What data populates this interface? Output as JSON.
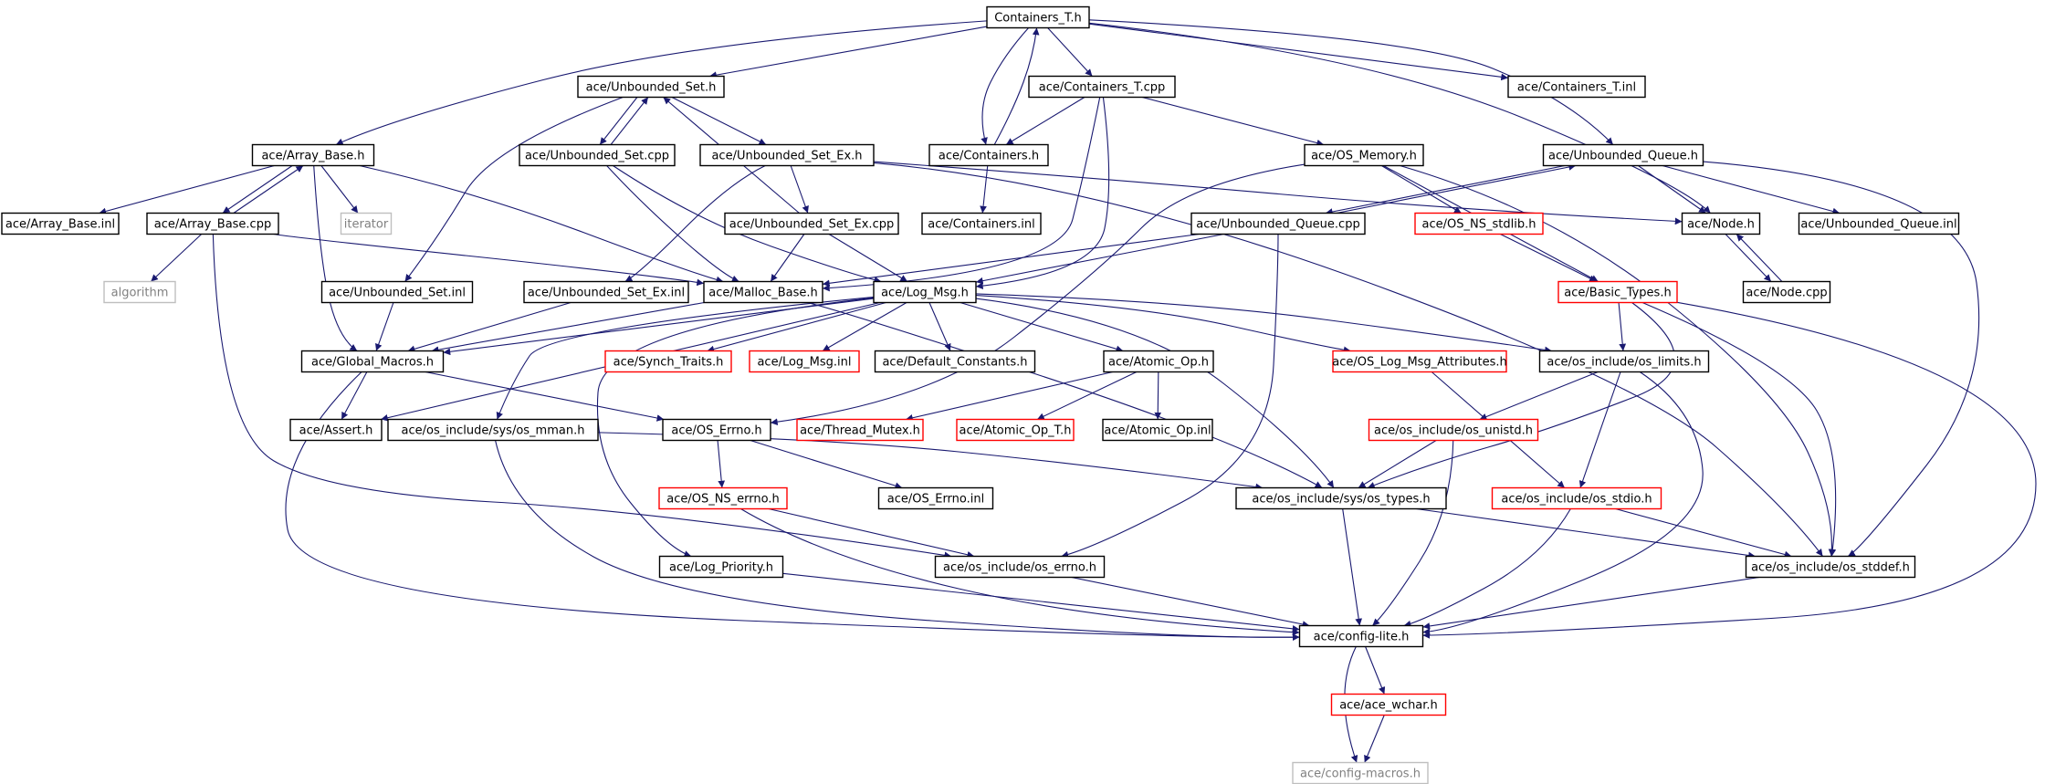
{
  "diagram": {
    "title": "",
    "colors": {
      "edge": "#191970",
      "normal_border": "#000000",
      "root_fill": "#bfbfbf",
      "truncated_border": "#ff0000",
      "external_border": "#bfbfbf",
      "external_text": "#808080"
    },
    "nodes": [
      {
        "id": "root",
        "label": "Containers_T.h",
        "kind": "root"
      },
      {
        "id": "unbset_h",
        "label": "ace/Unbounded_Set.h",
        "kind": "normal"
      },
      {
        "id": "cont_t_cpp",
        "label": "ace/Containers_T.cpp",
        "kind": "normal"
      },
      {
        "id": "cont_t_inl",
        "label": "ace/Containers_T.inl",
        "kind": "normal"
      },
      {
        "id": "arrbase_h",
        "label": "ace/Array_Base.h",
        "kind": "normal"
      },
      {
        "id": "unbset_cpp",
        "label": "ace/Unbounded_Set.cpp",
        "kind": "normal"
      },
      {
        "id": "unbsetex_h",
        "label": "ace/Unbounded_Set_Ex.h",
        "kind": "normal"
      },
      {
        "id": "containers_h",
        "label": "ace/Containers.h",
        "kind": "normal"
      },
      {
        "id": "osmem_h",
        "label": "ace/OS_Memory.h",
        "kind": "normal"
      },
      {
        "id": "unbq_h",
        "label": "ace/Unbounded_Queue.h",
        "kind": "normal"
      },
      {
        "id": "arrbase_inl",
        "label": "ace/Array_Base.inl",
        "kind": "normal"
      },
      {
        "id": "arrbase_cpp",
        "label": "ace/Array_Base.cpp",
        "kind": "normal"
      },
      {
        "id": "iterator",
        "label": "iterator",
        "kind": "external"
      },
      {
        "id": "unbsetex_cpp",
        "label": "ace/Unbounded_Set_Ex.cpp",
        "kind": "normal"
      },
      {
        "id": "containers_inl",
        "label": "ace/Containers.inl",
        "kind": "normal"
      },
      {
        "id": "unbq_cpp",
        "label": "ace/Unbounded_Queue.cpp",
        "kind": "normal"
      },
      {
        "id": "osns_stdlib",
        "label": "ace/OS_NS_stdlib.h",
        "kind": "truncated"
      },
      {
        "id": "node_h",
        "label": "ace/Node.h",
        "kind": "normal"
      },
      {
        "id": "unbq_inl",
        "label": "ace/Unbounded_Queue.inl",
        "kind": "normal"
      },
      {
        "id": "algorithm",
        "label": "algorithm",
        "kind": "external"
      },
      {
        "id": "unbset_inl",
        "label": "ace/Unbounded_Set.inl",
        "kind": "normal"
      },
      {
        "id": "unbsetex_inl",
        "label": "ace/Unbounded_Set_Ex.inl",
        "kind": "normal"
      },
      {
        "id": "malloc_h",
        "label": "ace/Malloc_Base.h",
        "kind": "normal"
      },
      {
        "id": "logmsg_h",
        "label": "ace/Log_Msg.h",
        "kind": "normal"
      },
      {
        "id": "basic_types",
        "label": "ace/Basic_Types.h",
        "kind": "truncated"
      },
      {
        "id": "node_cpp",
        "label": "ace/Node.cpp",
        "kind": "normal"
      },
      {
        "id": "global_macros",
        "label": "ace/Global_Macros.h",
        "kind": "normal"
      },
      {
        "id": "synch_traits",
        "label": "ace/Synch_Traits.h",
        "kind": "truncated"
      },
      {
        "id": "logmsg_inl",
        "label": "ace/Log_Msg.inl",
        "kind": "truncated"
      },
      {
        "id": "default_const",
        "label": "ace/Default_Constants.h",
        "kind": "normal"
      },
      {
        "id": "atomic_h",
        "label": "ace/Atomic_Op.h",
        "kind": "normal"
      },
      {
        "id": "os_log_attr",
        "label": "ace/OS_Log_Msg_Attributes.h",
        "kind": "truncated"
      },
      {
        "id": "os_limits",
        "label": "ace/os_include/os_limits.h",
        "kind": "normal"
      },
      {
        "id": "assert_h",
        "label": "ace/Assert.h",
        "kind": "normal"
      },
      {
        "id": "os_mman",
        "label": "ace/os_include/sys/os_mman.h",
        "kind": "normal"
      },
      {
        "id": "os_errno_h",
        "label": "ace/OS_Errno.h",
        "kind": "normal"
      },
      {
        "id": "thread_mutex",
        "label": "ace/Thread_Mutex.h",
        "kind": "truncated"
      },
      {
        "id": "atomic_t",
        "label": "ace/Atomic_Op_T.h",
        "kind": "truncated"
      },
      {
        "id": "atomic_inl",
        "label": "ace/Atomic_Op.inl",
        "kind": "normal"
      },
      {
        "id": "os_unistd",
        "label": "ace/os_include/os_unistd.h",
        "kind": "truncated"
      },
      {
        "id": "osns_errno",
        "label": "ace/OS_NS_errno.h",
        "kind": "truncated"
      },
      {
        "id": "os_errno_inl",
        "label": "ace/OS_Errno.inl",
        "kind": "normal"
      },
      {
        "id": "os_types",
        "label": "ace/os_include/sys/os_types.h",
        "kind": "normal"
      },
      {
        "id": "os_stdio",
        "label": "ace/os_include/os_stdio.h",
        "kind": "truncated"
      },
      {
        "id": "log_priority",
        "label": "ace/Log_Priority.h",
        "kind": "normal"
      },
      {
        "id": "osinc_errno",
        "label": "ace/os_include/os_errno.h",
        "kind": "normal"
      },
      {
        "id": "os_stddef",
        "label": "ace/os_include/os_stddef.h",
        "kind": "normal"
      },
      {
        "id": "config_lite",
        "label": "ace/config-lite.h",
        "kind": "normal"
      },
      {
        "id": "ace_wchar",
        "label": "ace/ace_wchar.h",
        "kind": "truncated"
      },
      {
        "id": "config_macros",
        "label": "ace/config-macros.h",
        "kind": "external"
      }
    ],
    "edges": [
      [
        "root",
        "unbset_h"
      ],
      [
        "root",
        "cont_t_cpp"
      ],
      [
        "root",
        "cont_t_inl"
      ],
      [
        "root",
        "arrbase_h"
      ],
      [
        "root",
        "containers_h"
      ],
      [
        "root",
        "unbq_h"
      ],
      [
        "root",
        "node_h"
      ],
      [
        "unbset_h",
        "unbset_cpp"
      ],
      [
        "unbset_h",
        "unbsetex_h"
      ],
      [
        "unbset_h",
        "unbset_inl"
      ],
      [
        "unbset_cpp",
        "unbset_h"
      ],
      [
        "unbset_cpp",
        "malloc_h"
      ],
      [
        "unbset_cpp",
        "logmsg_h"
      ],
      [
        "cont_t_cpp",
        "containers_h"
      ],
      [
        "cont_t_cpp",
        "osmem_h"
      ],
      [
        "cont_t_cpp",
        "malloc_h"
      ],
      [
        "cont_t_cpp",
        "logmsg_h"
      ],
      [
        "containers_h",
        "root"
      ],
      [
        "containers_h",
        "containers_inl"
      ],
      [
        "arrbase_h",
        "arrbase_inl"
      ],
      [
        "arrbase_h",
        "arrbase_cpp"
      ],
      [
        "arrbase_h",
        "iterator"
      ],
      [
        "arrbase_h",
        "global_macros"
      ],
      [
        "arrbase_h",
        "malloc_h"
      ],
      [
        "arrbase_cpp",
        "arrbase_h"
      ],
      [
        "arrbase_cpp",
        "algorithm"
      ],
      [
        "arrbase_cpp",
        "malloc_h"
      ],
      [
        "arrbase_cpp",
        "osinc_errno"
      ],
      [
        "unbsetex_h",
        "unbsetex_cpp"
      ],
      [
        "unbsetex_h",
        "unbsetex_inl"
      ],
      [
        "unbsetex_h",
        "node_h"
      ],
      [
        "unbsetex_h",
        "os_stddef"
      ],
      [
        "unbsetex_cpp",
        "unbset_h"
      ],
      [
        "unbsetex_cpp",
        "malloc_h"
      ],
      [
        "unbsetex_cpp",
        "logmsg_h"
      ],
      [
        "osmem_h",
        "osns_stdlib"
      ],
      [
        "osmem_h",
        "basic_types"
      ],
      [
        "osmem_h",
        "os_errno_h"
      ],
      [
        "osmem_h",
        "os_stddef"
      ],
      [
        "unbq_h",
        "unbq_cpp"
      ],
      [
        "unbq_h",
        "node_h"
      ],
      [
        "unbq_h",
        "unbq_inl"
      ],
      [
        "unbq_h",
        "os_stddef"
      ],
      [
        "unbq_cpp",
        "unbq_h"
      ],
      [
        "unbq_cpp",
        "malloc_h"
      ],
      [
        "unbq_cpp",
        "logmsg_h"
      ],
      [
        "unbq_cpp",
        "osinc_errno"
      ],
      [
        "osns_stdlib",
        "basic_types"
      ],
      [
        "node_h",
        "node_cpp"
      ],
      [
        "node_cpp",
        "node_h"
      ],
      [
        "unbset_inl",
        "global_macros"
      ],
      [
        "unbsetex_inl",
        "global_macros"
      ],
      [
        "malloc_h",
        "global_macros"
      ],
      [
        "malloc_h",
        "os_types"
      ],
      [
        "logmsg_h",
        "global_macros"
      ],
      [
        "logmsg_h",
        "assert_h"
      ],
      [
        "logmsg_h",
        "synch_traits"
      ],
      [
        "logmsg_h",
        "logmsg_inl"
      ],
      [
        "logmsg_h",
        "default_const"
      ],
      [
        "logmsg_h",
        "atomic_h"
      ],
      [
        "logmsg_h",
        "os_log_attr"
      ],
      [
        "logmsg_h",
        "os_limits"
      ],
      [
        "logmsg_h",
        "log_priority"
      ],
      [
        "logmsg_h",
        "os_mman"
      ],
      [
        "logmsg_h",
        "os_types"
      ],
      [
        "basic_types",
        "os_limits"
      ],
      [
        "basic_types",
        "os_types"
      ],
      [
        "basic_types",
        "os_stddef"
      ],
      [
        "basic_types",
        "config_lite"
      ],
      [
        "global_macros",
        "assert_h"
      ],
      [
        "global_macros",
        "os_errno_h"
      ],
      [
        "global_macros",
        "config_lite"
      ],
      [
        "atomic_h",
        "thread_mutex"
      ],
      [
        "atomic_h",
        "atomic_t"
      ],
      [
        "atomic_h",
        "atomic_inl"
      ],
      [
        "os_log_attr",
        "os_stdio"
      ],
      [
        "os_limits",
        "os_unistd"
      ],
      [
        "os_limits",
        "os_stdio"
      ],
      [
        "os_limits",
        "config_lite"
      ],
      [
        "os_mman",
        "os_types"
      ],
      [
        "os_mman",
        "config_lite"
      ],
      [
        "os_errno_h",
        "osns_errno"
      ],
      [
        "os_errno_h",
        "os_errno_inl"
      ],
      [
        "os_unistd",
        "os_types"
      ],
      [
        "os_unistd",
        "config_lite"
      ],
      [
        "osns_errno",
        "osinc_errno"
      ],
      [
        "osns_errno",
        "config_lite"
      ],
      [
        "os_types",
        "os_stddef"
      ],
      [
        "os_types",
        "config_lite"
      ],
      [
        "os_stdio",
        "os_stddef"
      ],
      [
        "os_stdio",
        "config_lite"
      ],
      [
        "log_priority",
        "config_lite"
      ],
      [
        "osinc_errno",
        "config_lite"
      ],
      [
        "os_stddef",
        "config_lite"
      ],
      [
        "config_lite",
        "ace_wchar"
      ],
      [
        "config_lite",
        "config_macros"
      ],
      [
        "ace_wchar",
        "config_macros"
      ]
    ]
  }
}
